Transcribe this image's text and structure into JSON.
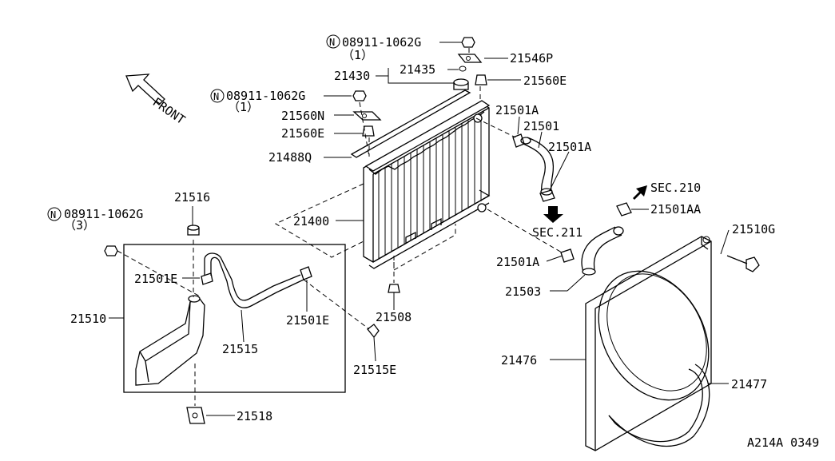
{
  "diagram": {
    "labels": {
      "p_08911_top": "08911-1062G",
      "p_08911_top_qty": "（1）",
      "p_21546p": "21546P",
      "p_21435": "21435",
      "p_21430": "21430",
      "p_21560e_top": "21560E",
      "p_08911_mid": "08911-1062G",
      "p_08911_mid_qty": "（1）",
      "p_21560n": "21560N",
      "p_21560e_mid": "21560E",
      "p_21488q": "21488Q",
      "p_21501a_1": "21501A",
      "p_21501": "21501",
      "p_21501a_2": "21501A",
      "p_sec210": "SEC.210",
      "p_21501aa": "21501AA",
      "p_sec211": "SEC.211",
      "p_21510g": "21510G",
      "p_21516": "21516",
      "p_08911_left": "08911-1062G",
      "p_08911_left_qty": "（3）",
      "p_21400": "21400",
      "p_21501a_3": "21501A",
      "p_21503": "21503",
      "p_21501e_1": "21501E",
      "p_21510": "21510",
      "p_21501e_2": "21501E",
      "p_21508": "21508",
      "p_21515": "21515",
      "p_21515e": "21515E",
      "p_21476": "21476",
      "p_21477": "21477",
      "p_21518": "21518",
      "front": "FRONT",
      "n_mark": "N",
      "figure_code": "A214A 0349"
    }
  }
}
